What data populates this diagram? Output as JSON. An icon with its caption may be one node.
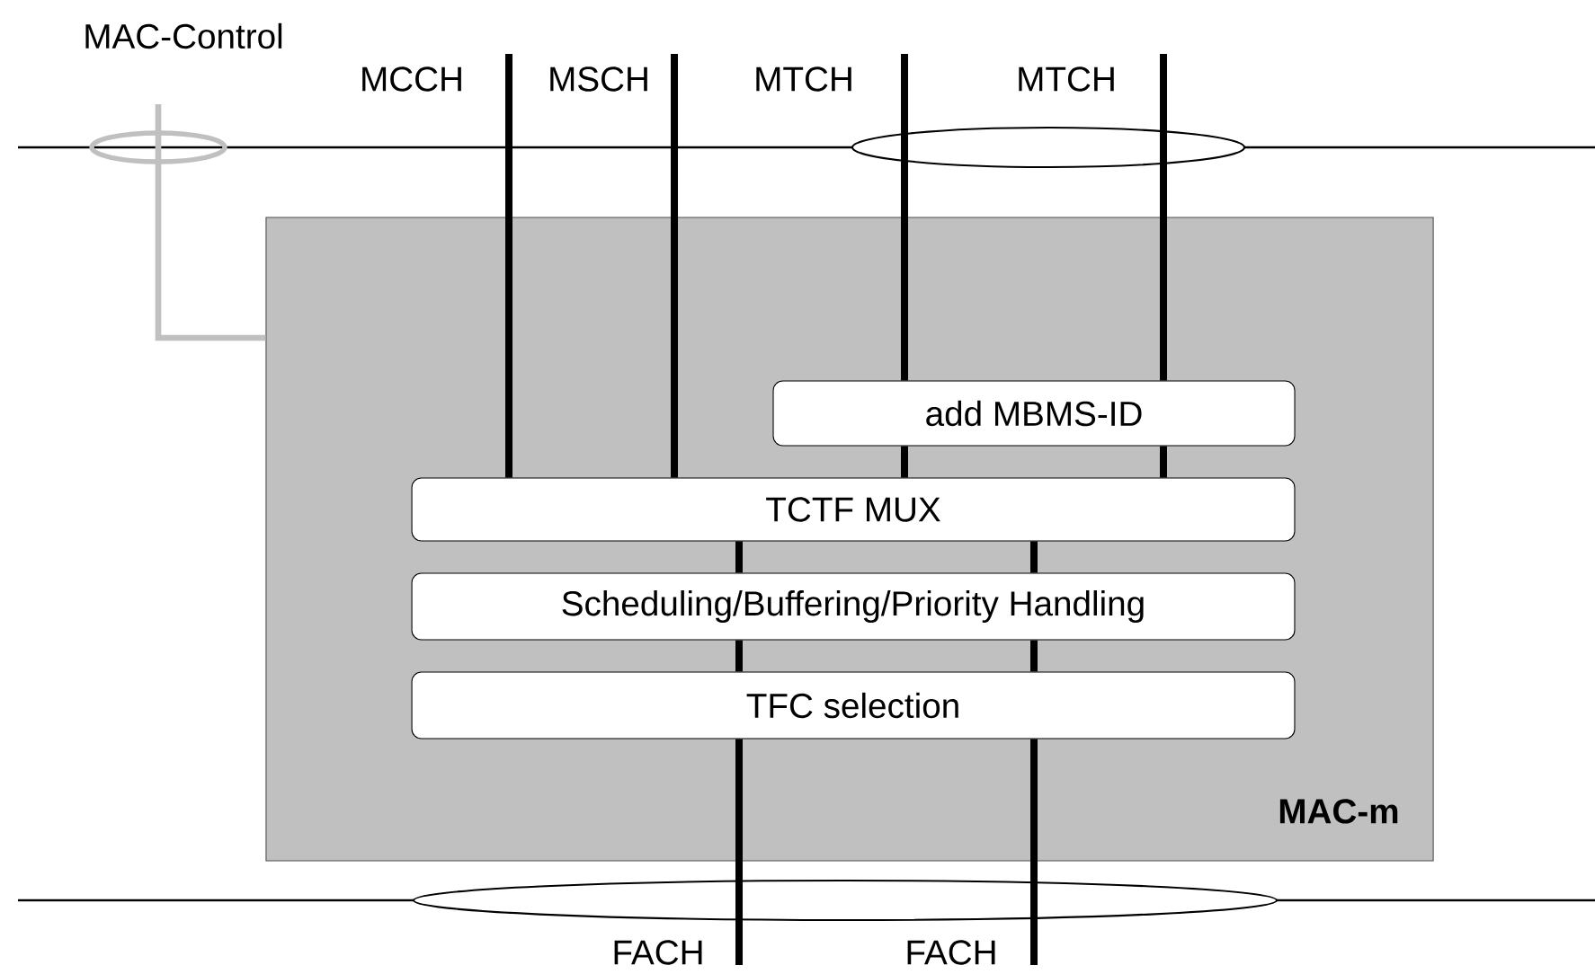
{
  "diagram": {
    "nodes": [
      {
        "text": [
          "MAC-m"
        ]
      },
      {
        "text": [
          "add MBMS-ID"
        ],
        "in": 0
      },
      {
        "text": [
          "TCTF MUX"
        ],
        "in": 0
      },
      {
        "text": [
          "Scheduling/Buffering/Priority Handling"
        ],
        "in": 0
      },
      {
        "text": [
          "TFC selection"
        ],
        "in": 0
      },
      {
        "text": [],
        "shape": "ellipse"
      },
      {
        "text": [],
        "shape": "ellipse"
      },
      {
        "text": [],
        "shape": "ellipse",
        "beside": [
          "MAC-Control"
        ]
      }
    ],
    "edges": [
      {
        "from": null,
        "to": 2,
        "arrow": "none"
      },
      {
        "from": null,
        "to": 2,
        "arrow": "none"
      },
      {
        "from": null,
        "to": 1,
        "arrow": "none"
      },
      {
        "from": null,
        "to": 1,
        "arrow": "none"
      },
      {
        "from": 1,
        "to": 2,
        "arrow": "none"
      },
      {
        "from": 1,
        "to": 2,
        "arrow": "none"
      },
      {
        "from": 2,
        "to": 3,
        "arrow": "none"
      },
      {
        "from": 2,
        "to": 3,
        "arrow": "none"
      },
      {
        "from": 3,
        "to": 4,
        "arrow": "none"
      },
      {
        "from": 3,
        "to": 4,
        "arrow": "none"
      },
      {
        "from": 4,
        "to": null,
        "arrow": "none"
      },
      {
        "from": 4,
        "to": null,
        "arrow": "none"
      },
      {
        "from": null,
        "to": 0,
        "arrow": "none",
        "color": "#c0c0c0"
      }
    ],
    "labels": [
      "MCCH",
      "MSCH",
      "MTCH",
      "MTCH",
      "FACH",
      "FACH"
    ]
  }
}
